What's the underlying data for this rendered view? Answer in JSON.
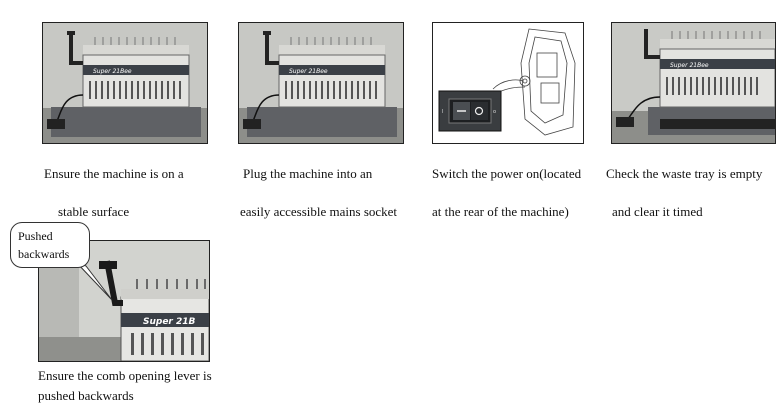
{
  "step1": {
    "line1": "Ensure the machine is on a",
    "line2": "stable surface",
    "label": "Super 21Bee"
  },
  "step2": {
    "line1": "Plug the machine into an",
    "line2": "easily accessible mains socket",
    "label": "Super 21Bee"
  },
  "step3": {
    "line1": "Switch the power on(located",
    "line2": "at the rear of the machine)"
  },
  "step4": {
    "line1": "Check the waste tray is empty",
    "line2": "and clear it timed",
    "label": "Super 21Bee"
  },
  "step5": {
    "caption": "Ensure the comb opening lever is pushed backwards",
    "label": "Super 21B",
    "callout": "Pushed backwards"
  }
}
